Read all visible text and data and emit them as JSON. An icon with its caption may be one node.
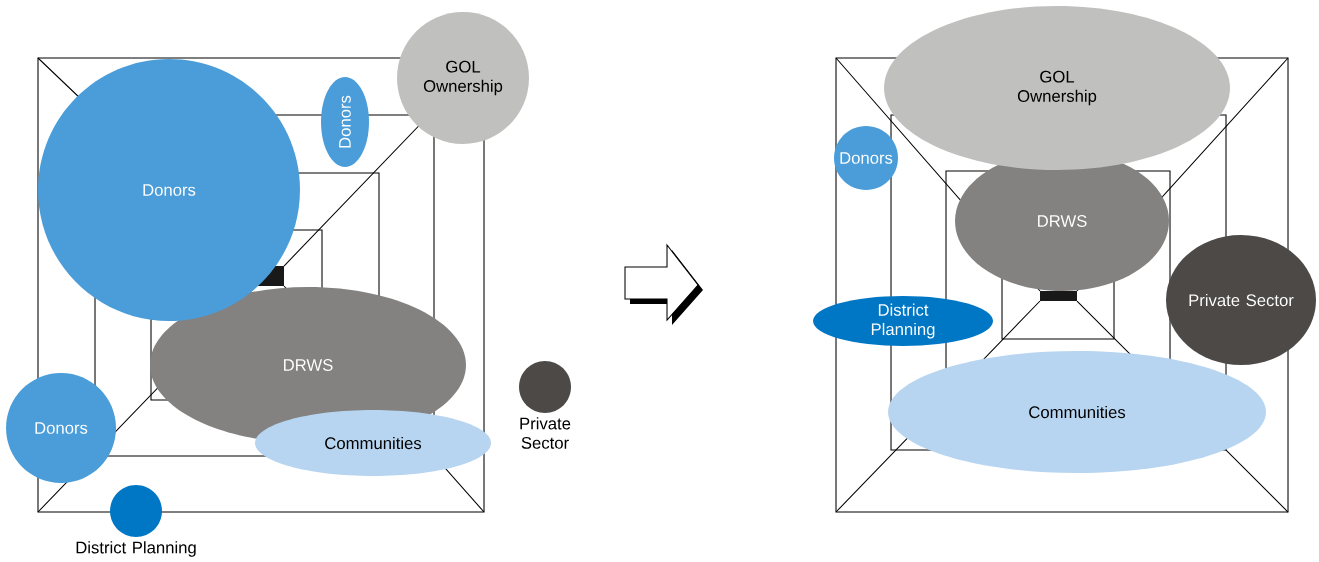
{
  "diagram": {
    "nodes": [
      {
        "text": [
          "Donors"
        ]
      },
      {
        "text": [
          "Donors"
        ]
      },
      {
        "text": [
          "GOL Ownership"
        ]
      },
      {
        "text": [
          "DRWS"
        ]
      },
      {
        "text": [
          "Donors"
        ]
      },
      {
        "text": [
          "Communities"
        ]
      },
      {
        "text": [
          "Private Sector"
        ]
      },
      {
        "text": [
          "District Planning"
        ]
      },
      {
        "text": [
          "GOL Ownership"
        ]
      },
      {
        "text": [
          "Donors"
        ]
      },
      {
        "text": [
          "DRWS"
        ]
      },
      {
        "text": [
          "District Planning"
        ]
      },
      {
        "text": [
          "Private Sector"
        ]
      },
      {
        "text": [
          "Communities"
        ]
      }
    ]
  }
}
